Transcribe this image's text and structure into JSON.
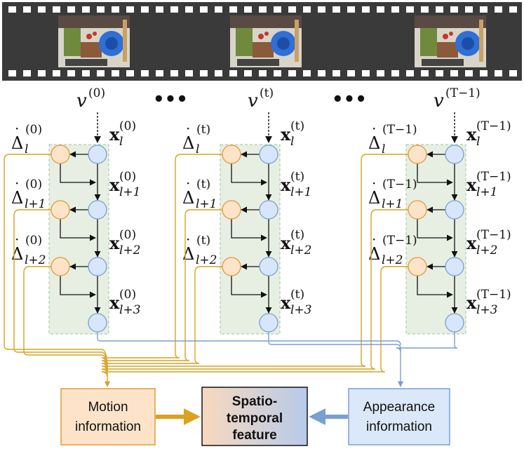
{
  "film": {
    "frame_count": 3,
    "ellipsis": "•••"
  },
  "columns": [
    {
      "id": "0",
      "v_label": "v",
      "v_sup": "(0)",
      "delta_subs": [
        "l",
        "l+1",
        "l+2"
      ],
      "delta_sup": "(0)",
      "x_subs": [
        "l",
        "l+1",
        "l+2",
        "l+3"
      ],
      "x_sup": "(0)"
    },
    {
      "id": "t",
      "v_label": "v",
      "v_sup": "(t)",
      "delta_subs": [
        "l",
        "l+1",
        "l+2"
      ],
      "delta_sup": "(t)",
      "x_subs": [
        "l",
        "l+1",
        "l+2",
        "l+3"
      ],
      "x_sup": "(t)"
    },
    {
      "id": "T-1",
      "v_label": "v",
      "v_sup": "(T−1)",
      "delta_subs": [
        "l",
        "l+1",
        "l+2"
      ],
      "delta_sup": "(T−1)",
      "x_subs": [
        "l",
        "l+1",
        "l+2",
        "l+3"
      ],
      "x_sup": "(T−1)"
    }
  ],
  "symbols": {
    "delta": "Δ",
    "dot": "·",
    "x": "x"
  },
  "boxes": {
    "motion": {
      "line1": "Motion",
      "line2": "information"
    },
    "feature": {
      "line1": "Spatio-",
      "line2": "temporal",
      "line3": "feature"
    },
    "appearance": {
      "line1": "Appearance",
      "line2": "information"
    }
  },
  "colors": {
    "orange_line": "#d9a21f",
    "orange_fill": "#fde4c8",
    "orange_stroke": "#e09a3c",
    "blue_line": "#7a9fd1",
    "blue_fill": "#d8e6fb",
    "blue_stroke": "#7a9fd1",
    "green_fill": "#e7efe2",
    "green_stroke": "#9cc79a",
    "motion_box_fill": "#fde4c8",
    "appearance_box_fill": "#dbe8fa",
    "film_fill": "#3a3a3a"
  }
}
